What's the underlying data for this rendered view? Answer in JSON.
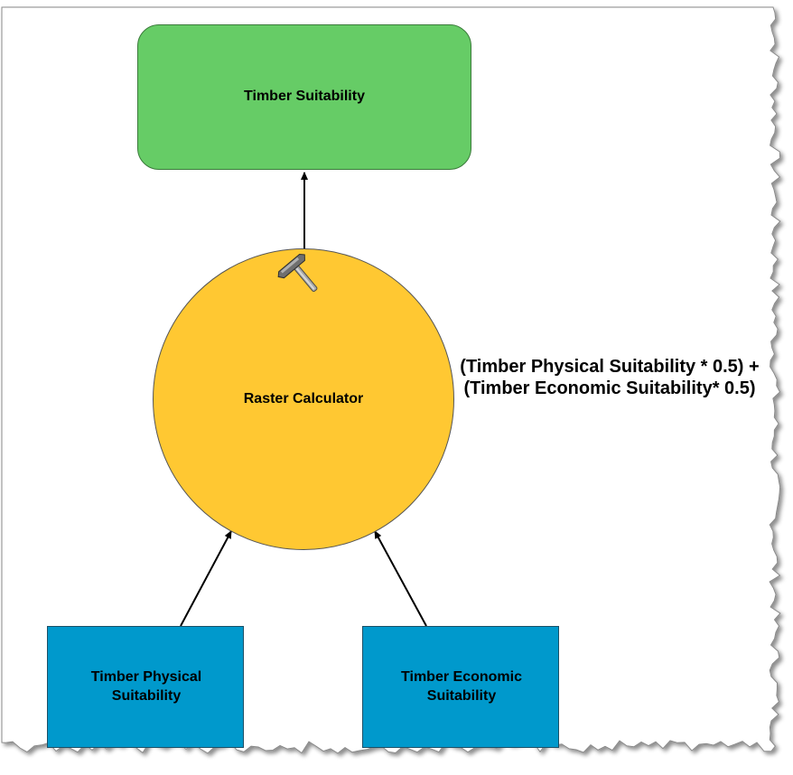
{
  "diagram": {
    "output": {
      "label": "Timber Suitability",
      "color": "#66cc66"
    },
    "tool": {
      "label": "Raster Calculator",
      "color": "#ffc832",
      "icon": "hammer-icon"
    },
    "inputs": [
      {
        "label": "Timber Physical Suitability",
        "color": "#0099cc"
      },
      {
        "label": "Timber Economic Suitability",
        "color": "#0099cc"
      }
    ],
    "expression": "(Timber Physical Suitability * 0.5) + (Timber Economic Suitability* 0.5)",
    "connections": [
      {
        "from": "Timber Physical Suitability",
        "to": "Raster Calculator"
      },
      {
        "from": "Timber Economic Suitability",
        "to": "Raster Calculator"
      },
      {
        "from": "Raster Calculator",
        "to": "Timber Suitability"
      }
    ]
  }
}
